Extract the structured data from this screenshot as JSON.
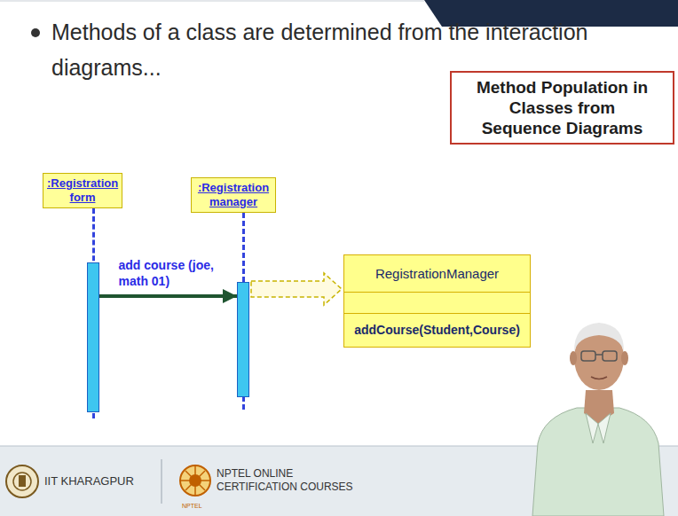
{
  "diagram": {
    "title": "Methods of a class are determined from the interaction diagrams...",
    "nodes": [
      {
        "text": [
          ":Registration form"
        ]
      },
      {
        "text": [
          ":Registration manager"
        ]
      },
      {
        "text": [
          "RegistrationManager",
          "addCourse(Student,Course)"
        ]
      },
      {
        "text": [
          "Method Population in Classes from Sequence Diagrams"
        ]
      }
    ],
    "edges": [
      {
        "from": 0,
        "to": 1,
        "label": "add course (joe, math 01)",
        "arrow": "to"
      },
      {
        "from": 1,
        "to": 2,
        "arrow": "to"
      }
    ],
    "labels": [
      "IIT KHARAGPUR",
      "NPTEL ONLINE CERTIFICATION COURSES",
      "NPTEL"
    ]
  }
}
